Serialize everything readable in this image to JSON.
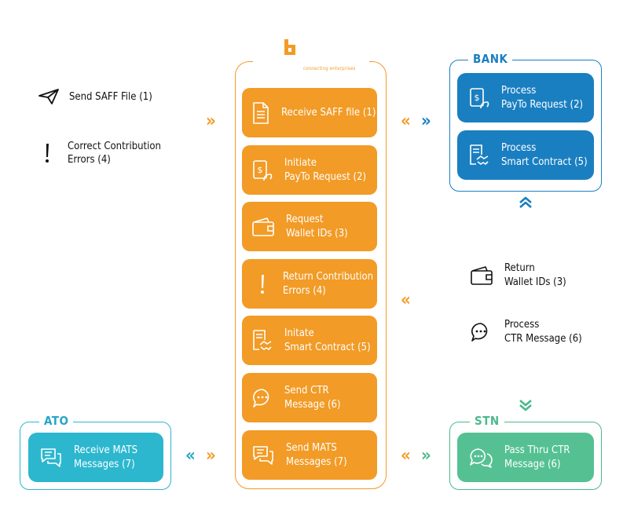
{
  "left_legend": [
    {
      "icon": "paper-plane-icon",
      "label": "Send SAFF File (1)"
    },
    {
      "icon": "exclamation-icon",
      "lines": [
        "Correct Contribution",
        "Errors (4)"
      ]
    }
  ],
  "center": {
    "tagline": "connecting enterprises",
    "steps": [
      {
        "icon": "document-icon",
        "lines": [
          "Receive SAFF file (1)"
        ]
      },
      {
        "icon": "payto-phone-icon",
        "lines": [
          "Initiate",
          "PayTo Request (2)"
        ]
      },
      {
        "icon": "wallet-icon",
        "lines": [
          "Request",
          "Wallet IDs (3)"
        ]
      },
      {
        "icon": "exclamation-icon",
        "lines": [
          "Return Contribution",
          "Errors (4)"
        ]
      },
      {
        "icon": "contract-handshake-icon",
        "lines": [
          "Initate",
          "Smart Contract (5)"
        ]
      },
      {
        "icon": "chat-bubble-icon",
        "lines": [
          "Send CTR",
          "Message (6)"
        ]
      },
      {
        "icon": "messages-icon",
        "lines": [
          "Send MATS",
          "Messages (7)"
        ]
      }
    ]
  },
  "bank": {
    "title": "BANK",
    "items": [
      {
        "icon": "payto-phone-icon",
        "lines": [
          "Process",
          "PayTo Request (2)"
        ]
      },
      {
        "icon": "contract-handshake-icon",
        "lines": [
          "Process",
          "Smart Contract (5)"
        ]
      }
    ]
  },
  "right_legend": [
    {
      "icon": "wallet-icon",
      "lines": [
        "Return",
        "Wallet IDs (3)"
      ]
    },
    {
      "icon": "chat-bubble-icon",
      "lines": [
        "Process",
        "CTR Message (6)"
      ]
    }
  ],
  "ato": {
    "title": "ATO",
    "item": {
      "icon": "messages-icon",
      "lines": [
        "Receive MATS",
        "Messages (7)"
      ]
    }
  },
  "stn": {
    "title": "STN",
    "item": {
      "icon": "chat-bubbles-icon",
      "lines": [
        "Pass Thru CTR",
        "Message (6)"
      ]
    }
  },
  "arrows": {
    "right": "»",
    "left": "«",
    "up": "︽",
    "down": "︾"
  },
  "colors": {
    "orange": "#f29b26",
    "bank_blue": "#1a7fc1",
    "ato_teal": "#2cb7cf",
    "stn_green": "#55c193"
  }
}
